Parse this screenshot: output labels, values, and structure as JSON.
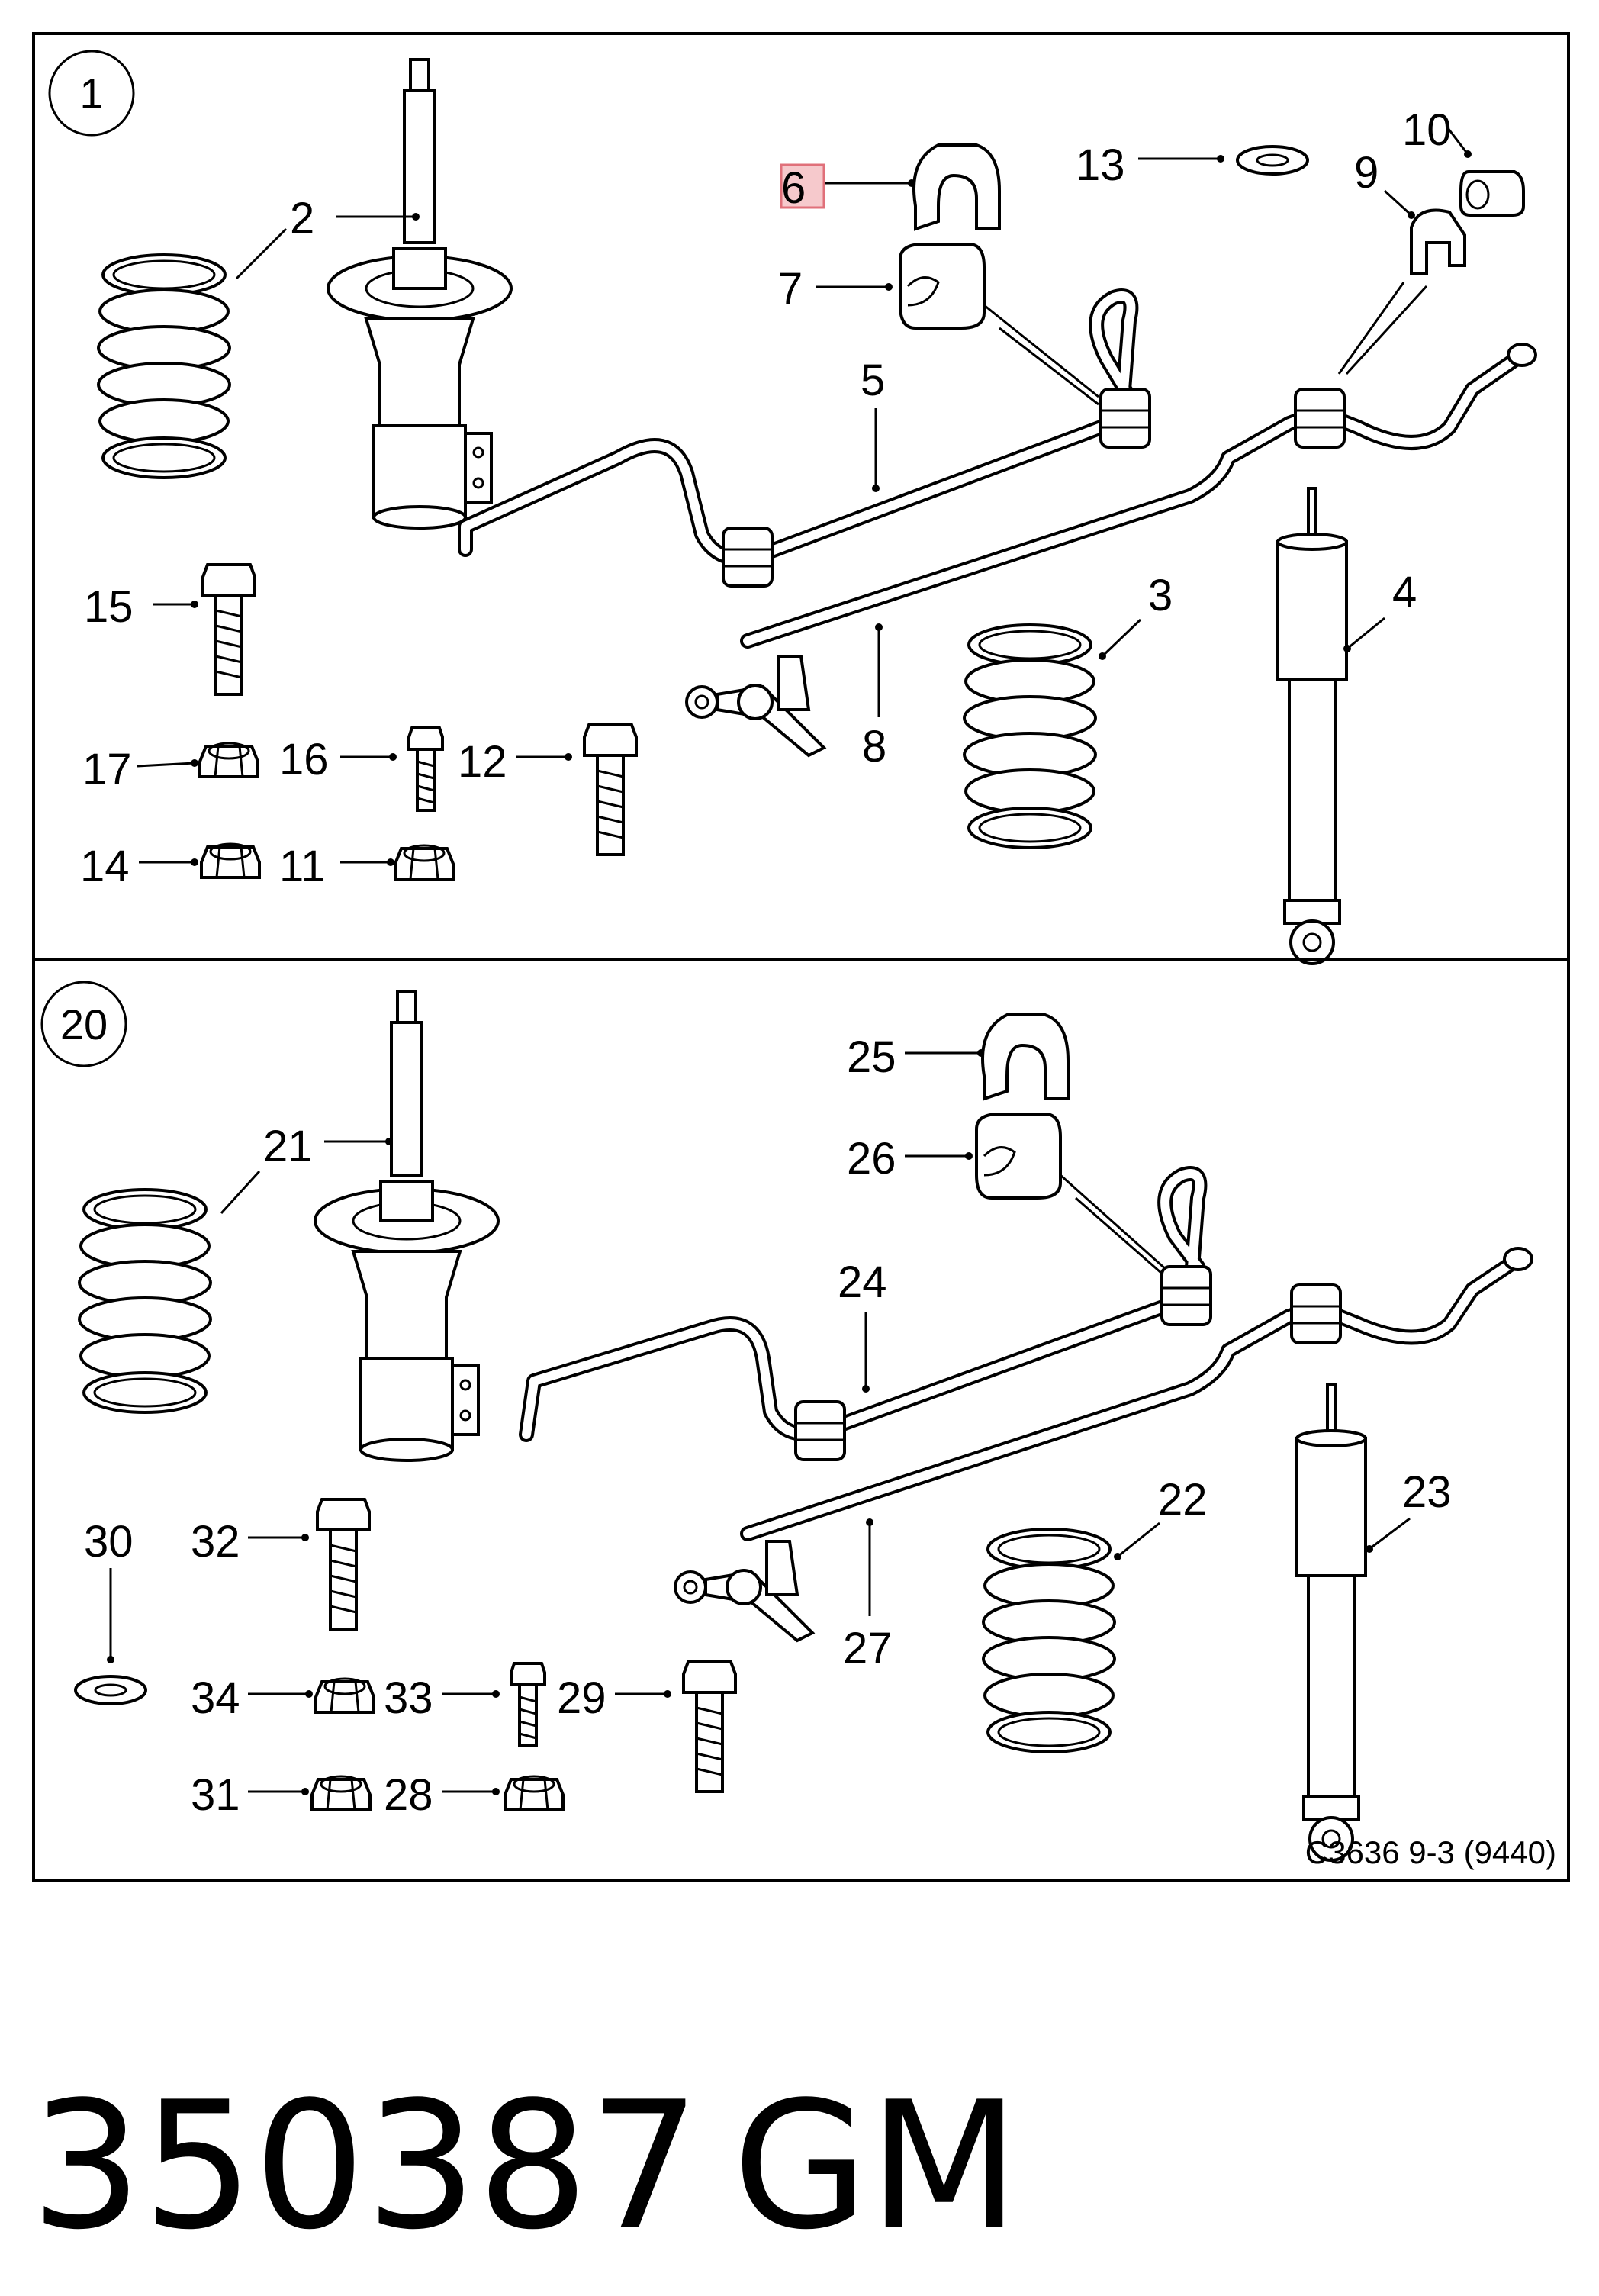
{
  "section_top": {
    "badge": "1",
    "callouts": {
      "c2": "2",
      "c3": "3",
      "c4": "4",
      "c5": "5",
      "c6": "6",
      "c7": "7",
      "c8": "8",
      "c9": "9",
      "c10": "10",
      "c11": "11",
      "c12": "12",
      "c13": "13",
      "c14": "14",
      "c15": "15",
      "c16": "16",
      "c17": "17"
    },
    "highlighted_callout": "6"
  },
  "section_bottom": {
    "badge": "20",
    "callouts": {
      "c21": "21",
      "c22": "22",
      "c23": "23",
      "c24": "24",
      "c25": "25",
      "c26": "26",
      "c27": "27",
      "c28": "28",
      "c29": "29",
      "c30": "30",
      "c31": "31",
      "c32": "32",
      "c33": "33",
      "c34": "34"
    },
    "reference_code": "C3636 9-3 (9440)"
  },
  "caption": {
    "part_number": "350387",
    "brand": "GM"
  },
  "colors": {
    "line": "#000000",
    "background": "#ffffff",
    "highlight_fill": "#f6c9cc",
    "highlight_stroke": "#e0707a"
  }
}
